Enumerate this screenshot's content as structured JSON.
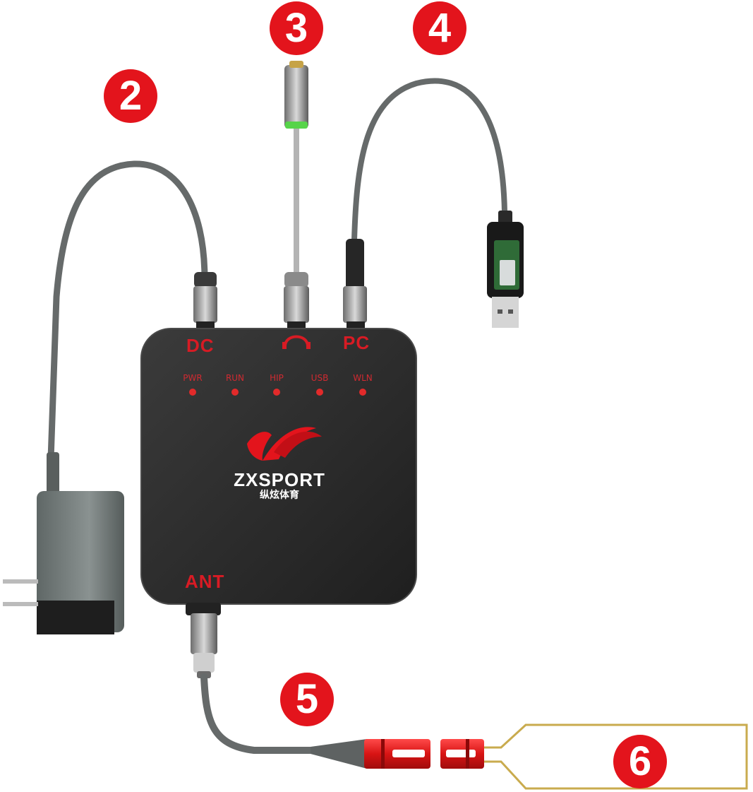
{
  "callouts": {
    "c2": "2",
    "c3": "3",
    "c4": "4",
    "c5": "5",
    "c6": "6"
  },
  "ports": {
    "dc": "DC",
    "pc": "PC",
    "ant": "ANT"
  },
  "leds": [
    "PWR",
    "RUN",
    "HIP",
    "USB",
    "WLN"
  ],
  "brand": {
    "name": "ZXSPORT",
    "chinese": "纵炫体育"
  },
  "colors": {
    "accent": "#e3141c",
    "device": "#2d2d2d",
    "cable": "#666a6a",
    "connector_red": "#e02020",
    "antenna_wire": "#c9ab4e",
    "adapter": "#7d8584"
  },
  "icons": {
    "headphone_port": "headphone-icon"
  }
}
